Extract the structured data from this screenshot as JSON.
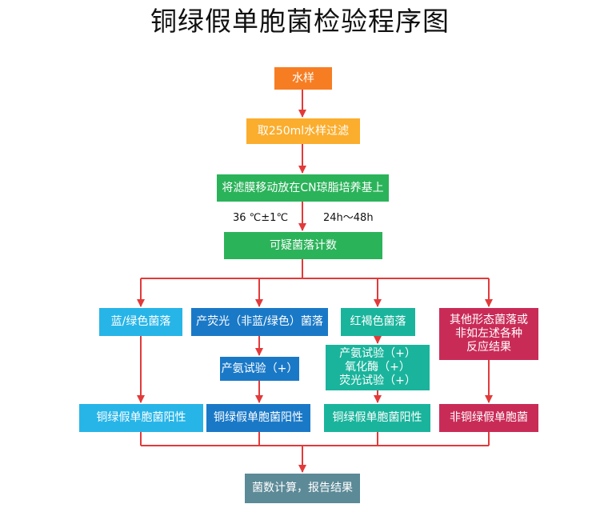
{
  "title": "铜绿假单胞菌检验程序图",
  "colors": {
    "line": "#e23a3a",
    "orange": "#f77d22",
    "yellow": "#fbad2d",
    "green": "#2bb35a",
    "light_blue": "#27b5e8",
    "blue": "#1a79c7",
    "teal": "#1ab49c",
    "crimson": "#c92b57",
    "slate": "#5c8a97"
  },
  "nodes": {
    "sample": "水样",
    "filter": "取250ml水样过滤",
    "transfer": "将滤膜移动放在CN琼脂培养基上",
    "suspect": "可疑菌落计数",
    "bluegreen": "蓝/绿色菌落",
    "fluorescent": "产荧光（非蓝/绿色）菌落",
    "redbrown": "红褐色菌落",
    "other": "其他形态菌落或\n非如左述各种\n反应结果",
    "ammonia_test": "产氨试验（+）",
    "triple_test": "产氨试验（+）\n氧化酶（+）\n荧光试验（+）",
    "pos1": "铜绿假单胞菌阳性",
    "pos2": "铜绿假单胞菌阳性",
    "pos3": "铜绿假单胞菌阳性",
    "negative": "非铜绿假单胞菌",
    "result": "菌数计算，报告结果"
  },
  "conditions": {
    "temperature": "36 ℃±1℃",
    "duration": "24h～48h"
  }
}
